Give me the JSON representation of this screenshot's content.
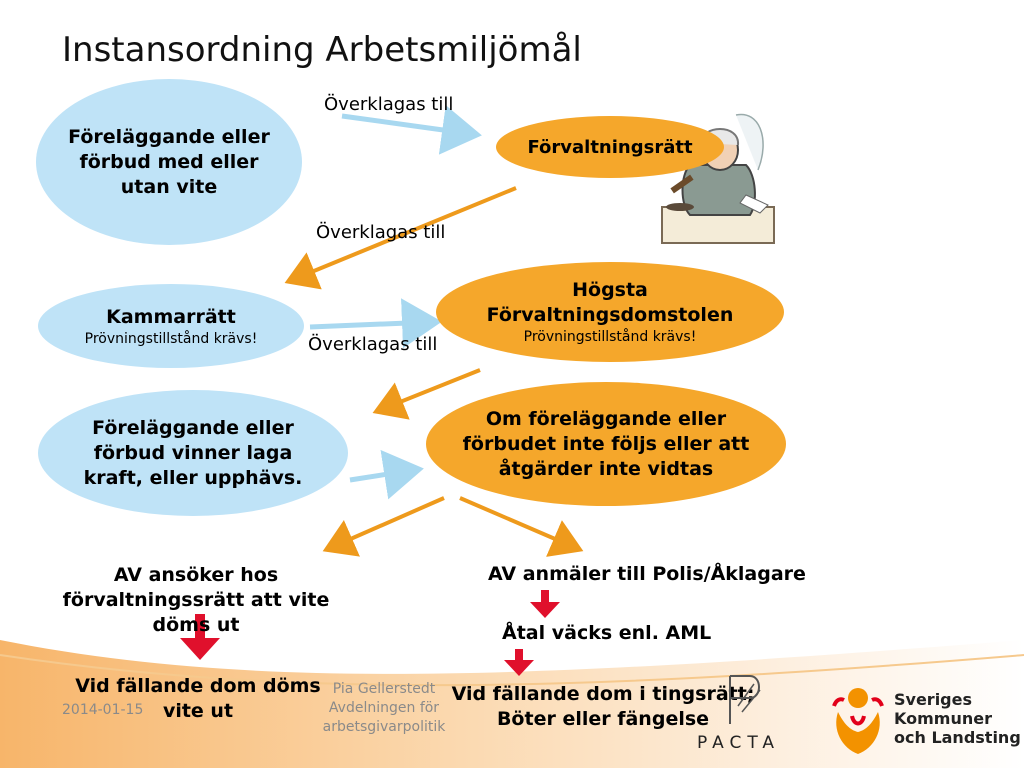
{
  "title": "Instansordning Arbetsmiljömål",
  "nodes": {
    "foreläggande": [
      "Föreläggande eller",
      "förbud med eller",
      "utan vite"
    ],
    "forvaltningsratt": "Förvaltningsrätt",
    "kammarratt": "Kammarrätt",
    "kammarratt_sub": "Prövningstillstånd krävs!",
    "hogsta": [
      "Högsta",
      "Förvaltningsdomstolen"
    ],
    "hogsta_sub": "Prövningstillstånd krävs!",
    "laga_kraft": [
      "Föreläggande eller",
      "förbud vinner laga",
      "kraft, eller upphävs."
    ],
    "om_ej_foljs": [
      "Om föreläggande eller",
      "förbudet inte följs eller att",
      "åtgärder inte vidtas"
    ]
  },
  "arrow_labels": {
    "a1": "Överklagas till",
    "a2": "Överklagas till",
    "a3": "Överklagas till"
  },
  "outcomes": {
    "vite": [
      "AV ansöker hos",
      "förvaltningssrätt att vite",
      "döms ut"
    ],
    "vite_result": [
      "Vid fällande dom döms",
      "vite ut"
    ],
    "polis": "AV anmäler till Polis/Åklagare",
    "atal": "Åtal väcks enl. AML",
    "tingsratt": [
      "Vid fällande dom i tingsrätt;",
      "Böter eller fängelse"
    ]
  },
  "footer": {
    "date": "2014-01-15",
    "author": [
      "Pia Gellerstedt",
      "Avdelningen för",
      "arbetsgivarpolitik"
    ],
    "pacta": "PACTA",
    "skl": [
      "Sveriges",
      "Kommuner",
      "och Landsting"
    ]
  },
  "colors": {
    "blue_oval": "#bfe3f7",
    "orange_oval": "#f5a72b",
    "orange_arrow": "#ee9a1c",
    "blue_arrow": "#a8d8f0",
    "red_arrow": "#e0102c"
  }
}
